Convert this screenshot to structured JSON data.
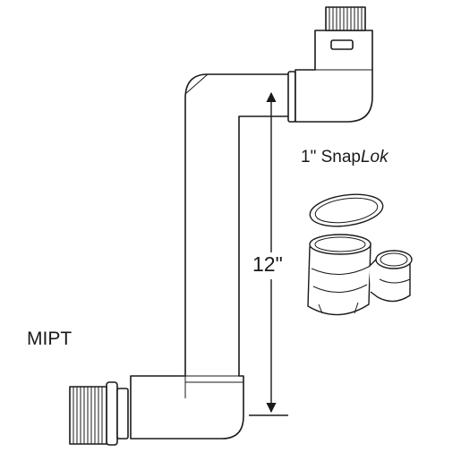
{
  "labels": {
    "mipt": "MIPT",
    "dimension": "12\"",
    "snaplok_size": "1\"",
    "snaplok_name_a": "Snap",
    "snaplok_name_b": "Lok"
  },
  "colors": {
    "stroke": "#1a1a1a",
    "fill": "#ffffff"
  }
}
